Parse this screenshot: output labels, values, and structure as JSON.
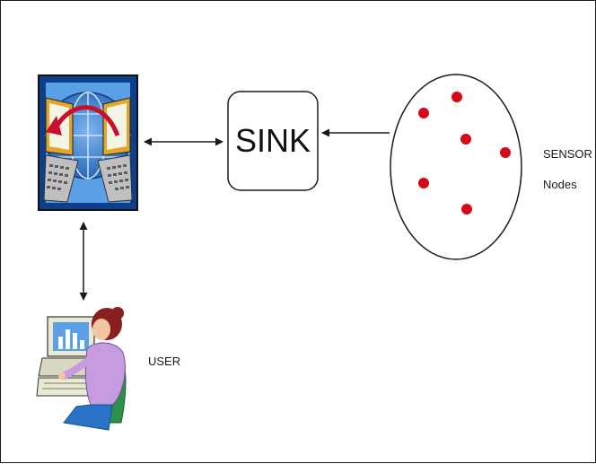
{
  "sink": {
    "label": "SINK"
  },
  "sensor": {
    "line1": "SENSOR",
    "line2": "Nodes"
  },
  "user": {
    "label": "USER"
  },
  "icons": {
    "server": "server-globe-computers-icon",
    "user": "user-at-computer-icon",
    "node": "sensor-node-dot"
  },
  "colors": {
    "node": "#d40a1a",
    "outline": "#1a1a1a",
    "globe": "#2a73c8",
    "frame_blue": "#0d3f8a",
    "arrow_red": "#c8102e",
    "shirt": "#c79be0",
    "monitor": "#e9e9d2",
    "chair": "#2e8f4b"
  }
}
